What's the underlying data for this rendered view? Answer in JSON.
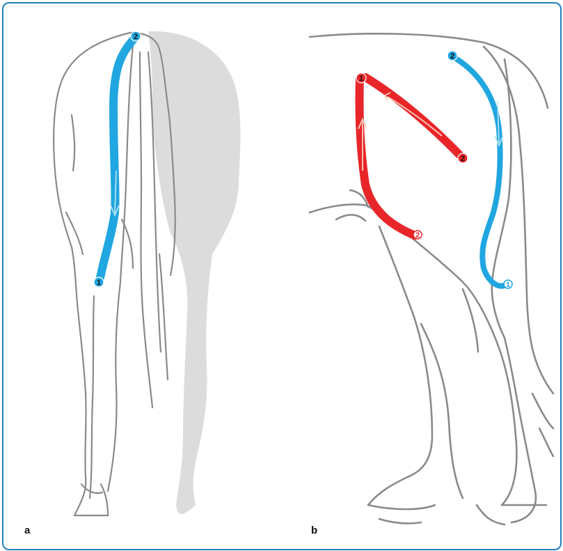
{
  "colors": {
    "frame": "#1f7fbf",
    "outline": "#8a8a8a",
    "silhouette": "#d8d8d8",
    "blue_line": "#20a6e0",
    "red_line": "#e8262a",
    "arrow": "#f6d3c0"
  },
  "panels": [
    {
      "label": "a"
    },
    {
      "label": "b"
    }
  ],
  "markers": {
    "a_blue_start": "1",
    "a_blue_end": "2",
    "b_blue_start": "1",
    "b_blue_end": "2",
    "b_red_start": "2",
    "b_red_corner": "1",
    "b_red_end": "2"
  }
}
